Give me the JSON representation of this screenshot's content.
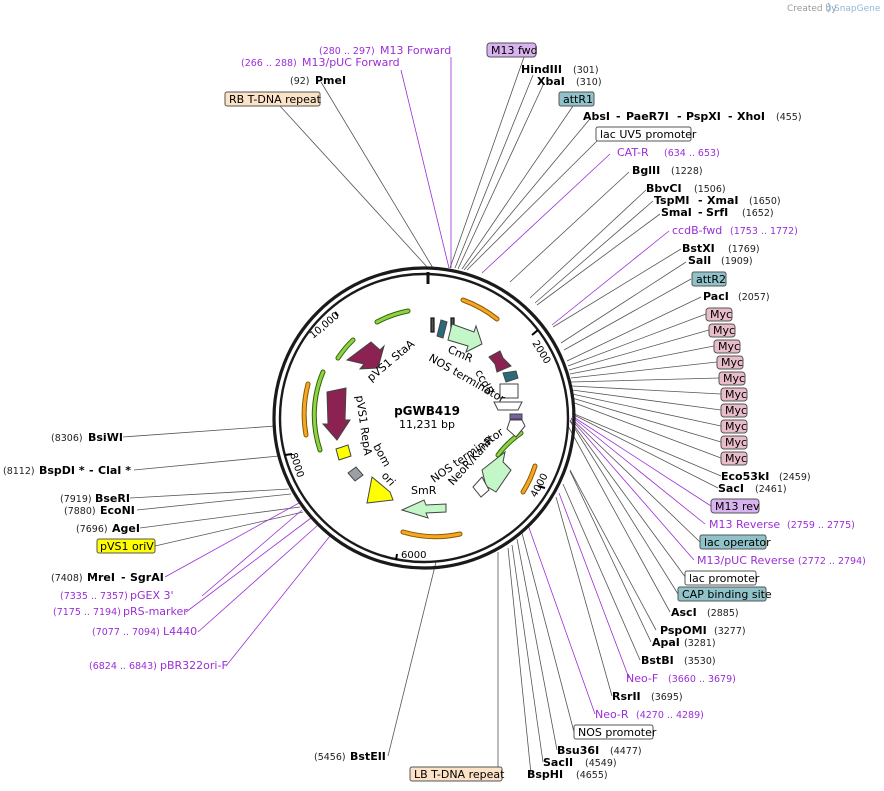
{
  "credit": {
    "prefix": "Created by",
    "brand": "SnapGene"
  },
  "plasmid": {
    "name": "pGWB419",
    "size": "11,231 bp"
  },
  "ticks": {
    "t2000": "2000",
    "t4000": "4000",
    "t6000": "6000",
    "t8000": "8000",
    "t10000": "10,000"
  },
  "features": {
    "cmr": "CmR",
    "nos1": "NOS terminator",
    "ccdb": "ccdB",
    "nos2": "NOS terminator",
    "neokan": "NeoR/KanR",
    "smr": "SmR",
    "ori": "ori",
    "bom": "bom",
    "repa": "pVS1 RepA",
    "staa": "pVS1 StaA"
  },
  "labels": {
    "m13fwd_pos": "(280 .. 297)",
    "m13fwd": "M13 Forward",
    "m13puc_pos": "(266 .. 288)",
    "m13puc": "M13/pUC Forward",
    "m13fwdbox": "M13 fwd",
    "hindiii": "HindIII",
    "hindiii_pos": "(301)",
    "xbai": "XbaI",
    "xbai_pos": "(310)",
    "pmei_pos": "(92)",
    "pmei": "PmeI",
    "rbtdna": "RB T-DNA repeat",
    "attr1": "attR1",
    "absi": "AbsI",
    "paer7i": "PaeR7I",
    "pspxi": "PspXI",
    "xhoi": "XhoI",
    "xhoi_pos": "(455)",
    "lacuv5": "lac UV5 promoter",
    "catr": "CAT-R",
    "catr_pos": "(634 .. 653)",
    "bglii": "BglII",
    "bglii_pos": "(1228)",
    "bbvci": "BbvCI",
    "bbvci_pos": "(1506)",
    "tspmi": "TspMI",
    "xmai": "XmaI",
    "xmai_pos": "(1650)",
    "smai": "SmaI",
    "srfi": "SrfI",
    "srfi_pos": "(1652)",
    "ccdbfwd": "ccdB-fwd",
    "ccdbfwd_pos": "(1753 .. 1772)",
    "bstxi": "BstXI",
    "bstxi_pos": "(1769)",
    "sali": "SalI",
    "sali_pos": "(1909)",
    "attr2": "attR2",
    "paci": "PacI",
    "paci_pos": "(2057)",
    "myc": [
      "Myc",
      "Myc",
      "Myc",
      "Myc",
      "Myc",
      "Myc",
      "Myc",
      "Myc",
      "Myc",
      "Myc"
    ],
    "eco53ki": "Eco53kI",
    "eco53ki_pos": "(2459)",
    "saci": "SacI",
    "saci_pos": "(2461)",
    "m13rev": "M13 rev",
    "m13reverse": "M13 Reverse",
    "m13reverse_pos": "(2759 .. 2775)",
    "lacop": "lac operator",
    "m13pucrev": "M13/pUC Reverse",
    "m13pucrev_pos": "(2772 .. 2794)",
    "lacprom": "lac promoter",
    "cap": "CAP binding site",
    "asci": "AscI",
    "asci_pos": "(2885)",
    "pspomi": "PspOMI",
    "pspomi_pos": "(3277)",
    "apai": "ApaI",
    "apai_pos": "(3281)",
    "bstbi": "BstBI",
    "bstbi_pos": "(3530)",
    "neof": "Neo-F",
    "neof_pos": "(3660 .. 3679)",
    "rsrii": "RsrII",
    "rsrii_pos": "(3695)",
    "neor": "Neo-R",
    "neor_pos": "(4270 .. 4289)",
    "nosprom": "NOS promoter",
    "bsu36i": "Bsu36I",
    "bsu36i_pos": "(4477)",
    "sacii": "SacII",
    "sacii_pos": "(4549)",
    "bsphi": "BspHI",
    "bsphi_pos": "(4655)",
    "lbtdna": "LB T-DNA repeat",
    "bsteii_pos": "(5456)",
    "bsteii": "BstEII",
    "bsiwi_pos": "(8306)",
    "bsiwi": "BsiWI",
    "bspdi_pos": "(8112)",
    "bspdi": "BspDI *",
    "clai": "ClaI *",
    "bseri_pos": "(7919)",
    "bseri": "BseRI",
    "economi_pos": "(7880)",
    "economi": "EcoNI",
    "agei_pos": "(7696)",
    "agei": "AgeI",
    "pvs1ori": "pVS1 oriV",
    "mrei_pos": "(7408)",
    "mrei": "MreI",
    "sgrai": "SgrAI",
    "pgex_pos": "(7335 .. 7357)",
    "pgex": "pGEX 3'",
    "prs_pos": "(7175 .. 7194)",
    "prs": "pRS-marker",
    "l4440_pos": "(7077 .. 7094)",
    "l4440": "L4440",
    "pbr_pos": "(6824 .. 6843)",
    "pbr": "pBR322ori-F"
  },
  "colors": {
    "primer": "#9b2ed6",
    "site": "#000000",
    "backbone": "#1a1a1a",
    "marker": "#c3f7c7",
    "terminator": "#ffffff",
    "repa": "#8b2252",
    "origin": "#ffff00",
    "promoter": "#ffffff",
    "attr": "#8fc3c9",
    "myc": "#e8bcc8",
    "primer_box": "#d9b3ef",
    "lac_op": "#8fc3c9",
    "cap": "#8fc3c9",
    "tdna": "#fce2c6"
  }
}
